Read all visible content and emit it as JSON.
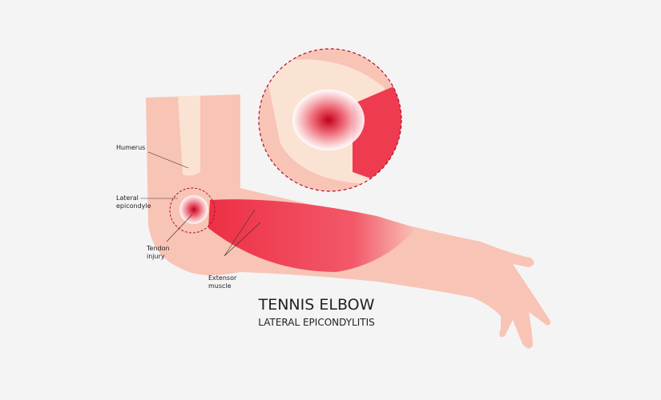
{
  "title": "TENNIS ELBOW",
  "subtitle": "LATERAL EPICONDYLITIS",
  "labels": {
    "humerus": "Humerus",
    "lateral_epicondyle_1": "Lateral",
    "lateral_epicondyle_2": "epicondyle",
    "tendon_injury_1": "Tendon",
    "tendon_injury_2": "injury",
    "extensor_muscle_1": "Extensor",
    "extensor_muscle_2": "muscle"
  },
  "colors": {
    "skin": "#f8c4b6",
    "bone": "#fbe3d4",
    "muscle": "#ef3b4f",
    "injury": "#c4001c",
    "background": "#f5f4f4"
  }
}
